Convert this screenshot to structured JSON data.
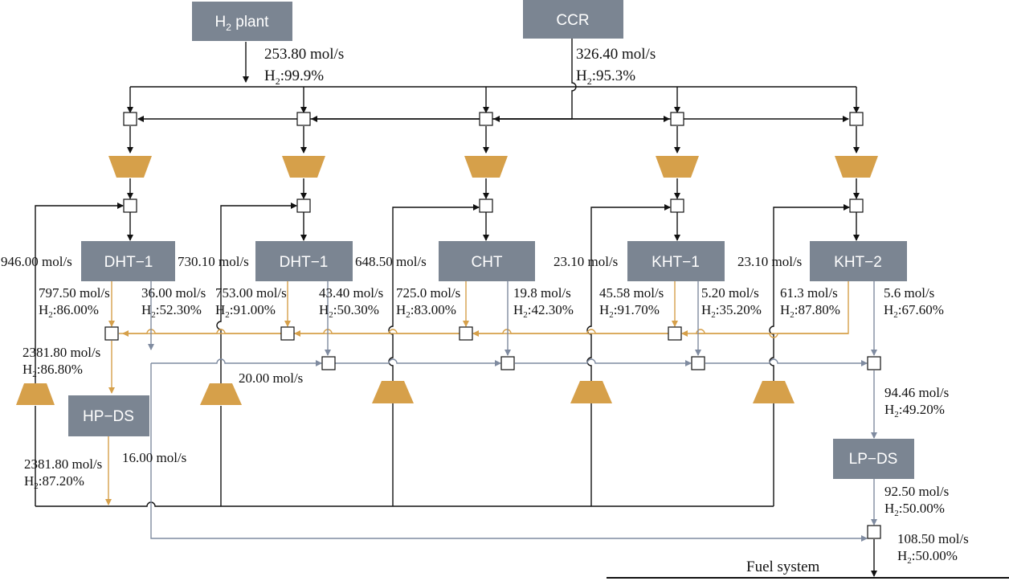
{
  "colors": {
    "unit_box": "#7b8592",
    "compressor": "#d6a04a",
    "hp_line": "#d6a04a",
    "lp_line": "#7f8ba0",
    "main_line": "#111111"
  },
  "sources": {
    "h2_plant": {
      "label": "H",
      "sub": "2",
      "rest": " plant",
      "flow": "253.80 mol/s",
      "h2_prefix": "H",
      "h2_sub": "2",
      "h2_value": ":99.9%"
    },
    "ccr": {
      "label": "CCR",
      "flow": "326.40 mol/s",
      "h2_prefix": "H",
      "h2_sub": "2",
      "h2_value": ":95.3%"
    }
  },
  "units": [
    {
      "label": "DHT−1",
      "recycle": "946.00 mol/s",
      "hp_flow": "797.50 mol/s",
      "hp_h2": ":86.00%",
      "lp_flow": "36.00 mol/s",
      "lp_h2": ":52.30%"
    },
    {
      "label": "DHT−1",
      "recycle": "730.10 mol/s",
      "hp_flow": "753.00 mol/s",
      "hp_h2": ":91.00%",
      "lp_flow": "43.40 mol/s",
      "lp_h2": ":50.30%"
    },
    {
      "label": "CHT",
      "recycle": "648.50 mol/s",
      "hp_flow": "725.0 mol/s",
      "hp_h2": ":83.00%",
      "lp_flow": "19.8 mol/s",
      "lp_h2": ":42.30%"
    },
    {
      "label": "KHT−1",
      "recycle": "23.10 mol/s",
      "hp_flow": "45.58 mol/s",
      "hp_h2": ":91.70%",
      "lp_flow": "5.20 mol/s",
      "lp_h2": ":35.20%"
    },
    {
      "label": "KHT−2",
      "recycle": "23.10 mol/s",
      "hp_flow": "61.3 mol/s",
      "hp_h2": ":87.80%",
      "lp_flow": "5.6 mol/s",
      "lp_h2": ":67.60%"
    }
  ],
  "separators": {
    "hp_ds": {
      "label": "HP−DS",
      "inlet_flow": "2381.80 mol/s",
      "inlet_h2": ":86.80%",
      "outlet_flow": "2381.80 mol/s",
      "outlet_h2": ":87.20%"
    },
    "lp_ds": {
      "label": "LP−DS",
      "inlet_flow": "94.46 mol/s",
      "inlet_h2": ":49.20%",
      "outlet_flow": "92.50 mol/s",
      "outlet_h2": ":50.00%"
    }
  },
  "streams": {
    "hp_to_lp": "20.00 mol/s",
    "hp_purge": "16.00 mol/s",
    "fuel_flow": "108.50 mol/s",
    "fuel_h2": ":50.00%"
  },
  "sink": {
    "label": "Fuel system"
  }
}
